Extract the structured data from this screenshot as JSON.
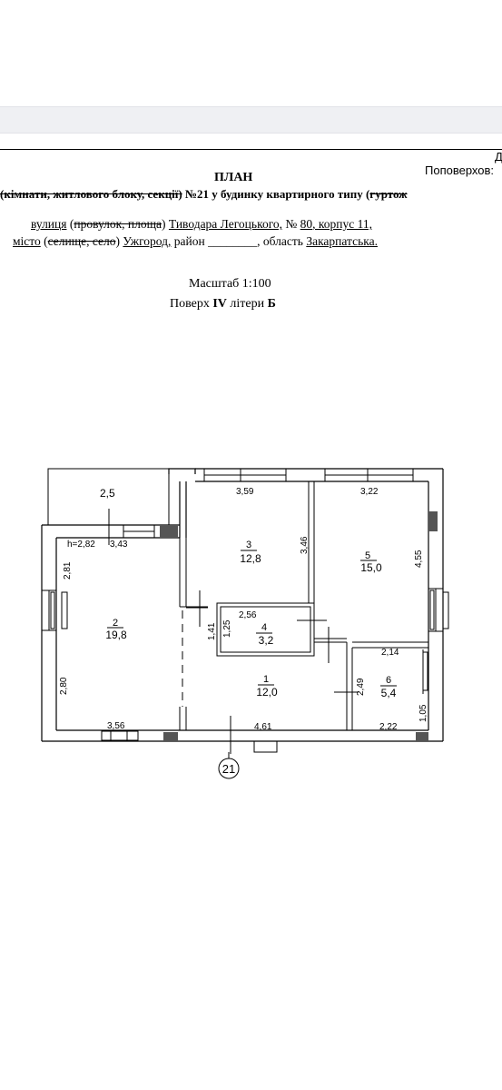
{
  "top_right": {
    "letter": "Д",
    "floor_label": "Поповерхов:"
  },
  "header": {
    "title": "ПЛАН",
    "line1": {
      "strike_part": "(кімнати, житлового блоку, секції)",
      "main_part": " №21 у будинку квартирного типу (",
      "strike_tail": "гуртож"
    },
    "line2": {
      "street_label": "вулиця",
      "open_paren": " (",
      "strike": "провулок, площа",
      "close_paren": ") ",
      "street": "Тиводара Легоцького,",
      "number_label": "  № ",
      "number": "80",
      "block": ", корпус 11,"
    },
    "line3": {
      "city_label": "місто",
      "open_paren": " (",
      "strike": "селище, село",
      "close_paren": ") ",
      "city": "Ужгород,",
      "district": "  район ________, область  ",
      "region": "Закарпатська."
    },
    "scale": "Масштаб 1:100",
    "floor_prefix": "Поверх  ",
    "floor": "IV",
    "floor_mid": "  літери ",
    "litera": "Б"
  },
  "plan": {
    "apartment_number": "21",
    "ceiling_height": "h=2,82",
    "rooms": [
      {
        "number": "1",
        "area": "12,0"
      },
      {
        "number": "2",
        "area": "19,8"
      },
      {
        "number": "3",
        "area": "12,8"
      },
      {
        "number": "4",
        "area": "3,2"
      },
      {
        "number": "5",
        "area": "15,0"
      },
      {
        "number": "6",
        "area": "5,4"
      }
    ],
    "balcony": "2,5",
    "dimensions": {
      "top_room3": "3,59",
      "top_room5": "3,22",
      "balcony_width": "3,43",
      "room3_height": "3,46",
      "room5_height": "4,55",
      "left_upper": "2,81",
      "left_lower": "2,80",
      "room4_width": "2,56",
      "room4_h1": "1,41",
      "room4_h2": "1,25",
      "room6_width": "2,14",
      "room6_height": "2,49",
      "room6_small": "1,05",
      "bottom_room2": "3,56",
      "bottom_room1": "4,61",
      "bottom_room6": "2,22"
    }
  }
}
